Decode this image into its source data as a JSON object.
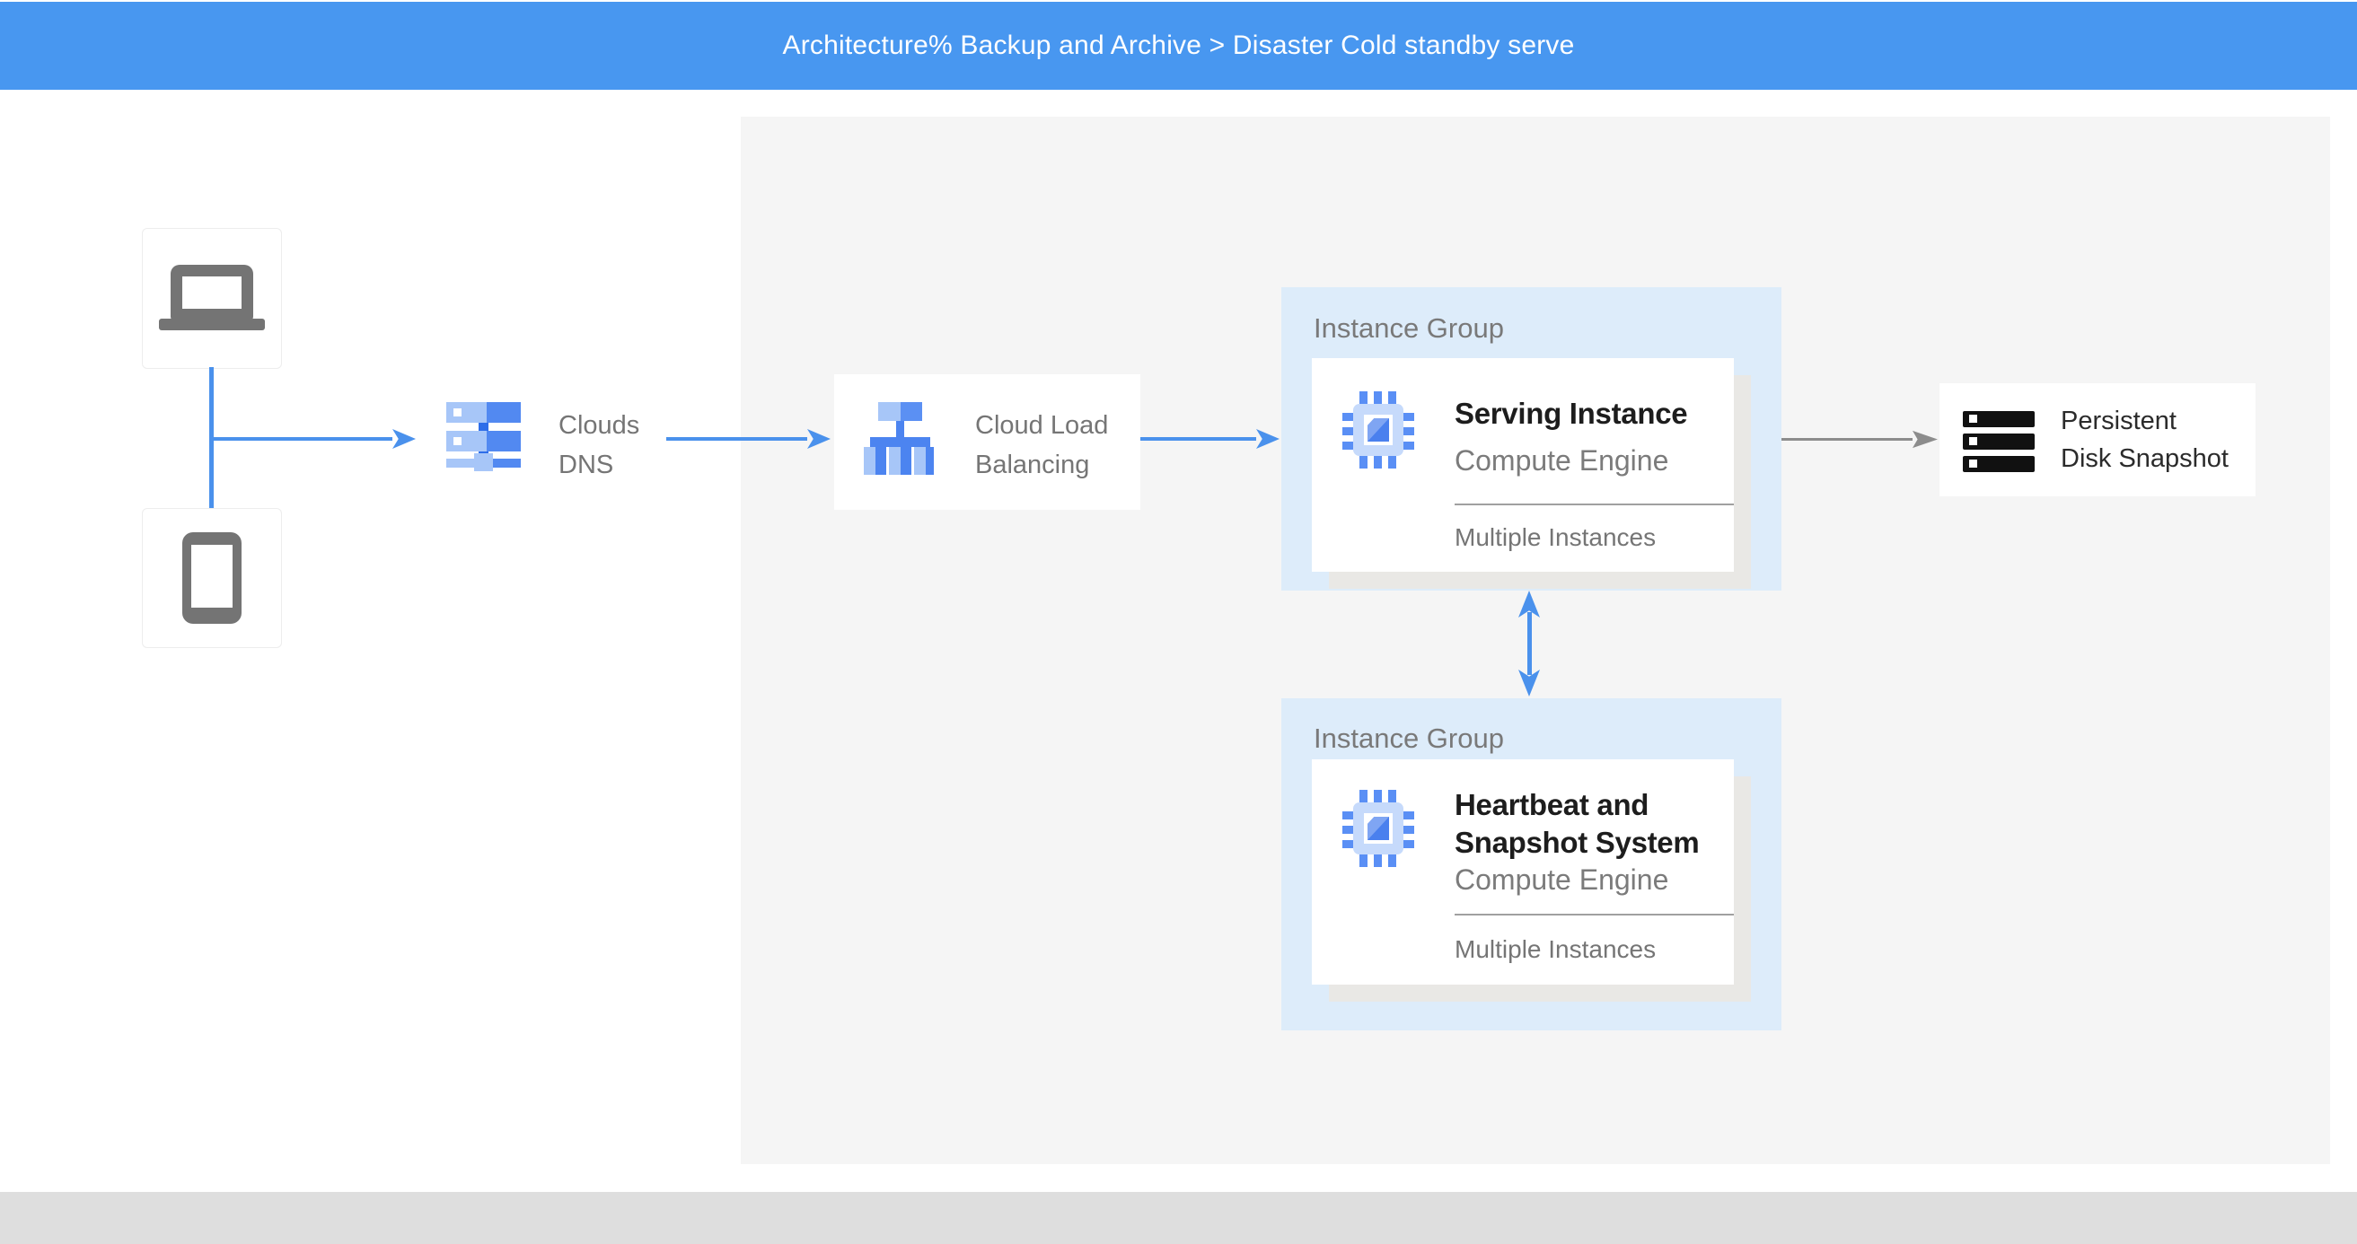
{
  "header": {
    "title": "Architecture% Backup and Archive > Disaster Cold standby serve"
  },
  "diagram": {
    "dns": {
      "line1": "Clouds",
      "line2": "DNS"
    },
    "load_balancer": {
      "line1": "Cloud Load",
      "line2": "Balancing"
    },
    "groups": [
      {
        "label": "Instance Group",
        "title_lines": [
          "Serving Instance"
        ],
        "subtitle": "Compute Engine",
        "footer": "Multiple Instances"
      },
      {
        "label": "Instance Group",
        "title_lines": [
          "Heartbeat and",
          "Snapshot System"
        ],
        "subtitle": "Compute Engine",
        "footer": "Multiple Instances"
      }
    ],
    "disk": {
      "line1": "Persistent",
      "line2": "Disk Snapshot"
    }
  },
  "icons": {
    "laptop": "laptop-icon",
    "mobile": "mobile-device-icon",
    "dns": "cloud-dns-icon",
    "load_balancer": "cloud-load-balancing-icon",
    "compute_engine": "compute-engine-chip-icon",
    "disk": "persistent-disk-icon",
    "arrow_right": "arrow-right-icon",
    "arrow_vertical": "double-arrow-icon"
  },
  "colors": {
    "header_bg": "#4897f0",
    "connector_blue": "#4a91ec",
    "connector_gray": "#8c8c8c",
    "panel_bg": "#f5f5f5",
    "group_bg": "#ddecfa",
    "bottom_bar_bg": "#dedede",
    "icon_blue": "#5289f1",
    "icon_blue_light": "#a7c6f8",
    "text_gray": "#757575",
    "text_dark": "#1d1d1d"
  }
}
